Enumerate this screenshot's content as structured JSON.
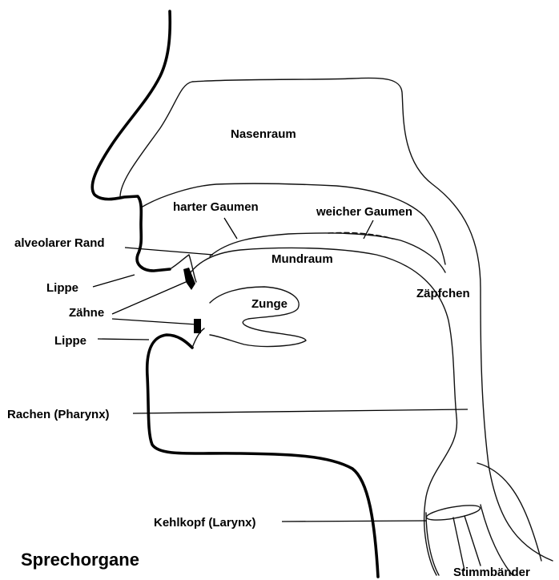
{
  "diagram": {
    "title": "Sprechorgane",
    "labels": {
      "nasal_cavity": "Nasenraum",
      "hard_palate": "harter Gaumen",
      "soft_palate": "weicher Gaumen",
      "alveolar_ridge": "alveolarer Rand",
      "oral_cavity": "Mundraum",
      "upper_lip": "Lippe",
      "uvula": "Zäpfchen",
      "teeth": "Zähne",
      "tongue": "Zunge",
      "lower_lip": "Lippe",
      "pharynx": "Rachen (Pharynx)",
      "larynx": "Kehlkopf (Larynx)",
      "vocal_cords": "Stimmbänder"
    }
  }
}
